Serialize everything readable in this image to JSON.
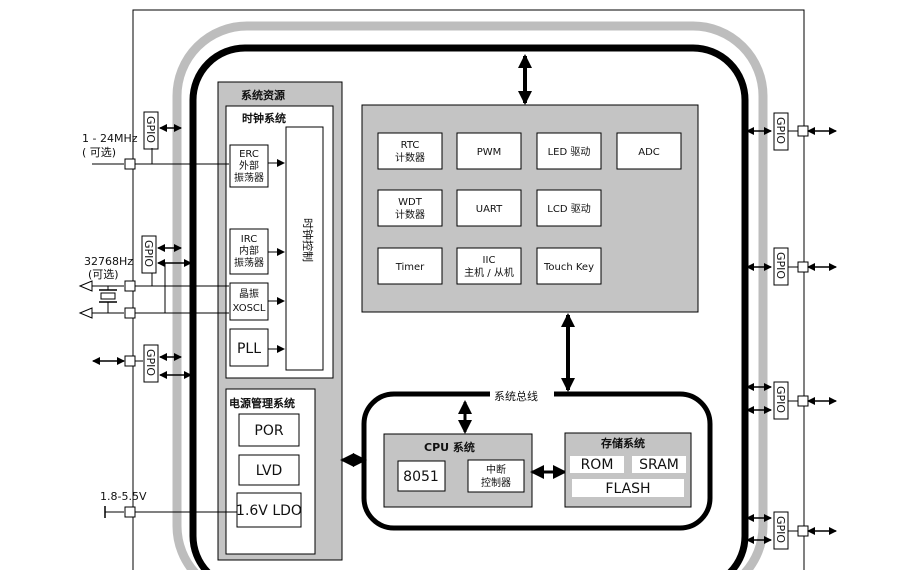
{
  "texts": {
    "sys_resource": "系统资源",
    "clock_system": "时钟系统",
    "clock_control": "时钟控制",
    "erc_1": "ERC",
    "erc_2": "外部",
    "erc_3": "振荡器",
    "irc_1": "IRC",
    "irc_2": "内部",
    "irc_3": "振荡器",
    "xo_1": "晶振",
    "xo_2": "XOSCL",
    "pll": "PLL",
    "power_mgmt": "电源管理系统",
    "por": "POR",
    "lvd": "LVD",
    "ldo": "1.6V LDO",
    "freq_1": "1 - 24MHz",
    "freq_1_note": "( 可选)",
    "freq_2": "32768Hz",
    "freq_2_note": "(可选)",
    "voltage": "1.8-5.5V",
    "gpio": "GPIO",
    "rtc_1": "RTC",
    "rtc_2": "计数器",
    "pwm": "PWM",
    "led_drive_1": "LED 驱动",
    "adc": "ADC",
    "wdt_1": "WDT",
    "wdt_2": "计数器",
    "uart": "UART",
    "lcd_drive": "LCD 驱动",
    "timer": "Timer",
    "iic_1": "IIC",
    "iic_2": "主机 / 从机",
    "touch_key": "Touch Key",
    "system_bus": "系统总线",
    "cpu_system": "CPU 系统",
    "core": "8051",
    "int_1": "中断",
    "int_2": "控制器",
    "storage_system": "存储系统",
    "rom": "ROM",
    "sram": "SRAM",
    "flash": "FLASH"
  },
  "colors": {
    "panel_gray": "#c4c4c4",
    "outer_ring": "#bdbdbd",
    "stroke": "#000000",
    "box_white": "#ffffff"
  }
}
